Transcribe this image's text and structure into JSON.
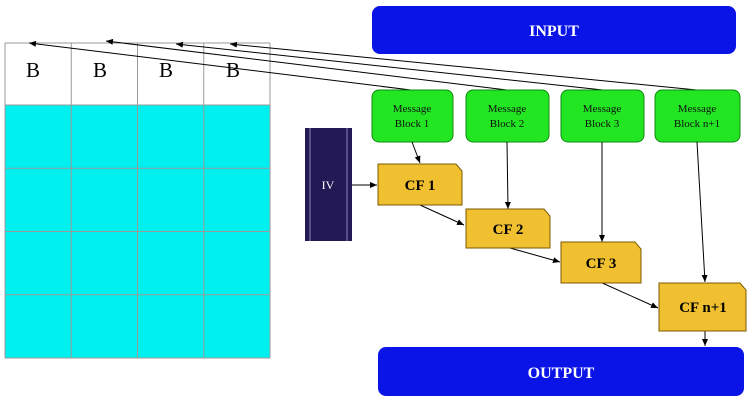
{
  "input_label": "INPUT",
  "output_label": "OUTPUT",
  "iv_label": "IV",
  "grid": {
    "header_labels": [
      "B",
      "B",
      "B",
      "B"
    ],
    "rows": 5,
    "cols": 4
  },
  "message_blocks": [
    {
      "line1": "Message",
      "line2": "Block 1"
    },
    {
      "line1": "Message",
      "line2": "Block 2"
    },
    {
      "line1": "Message",
      "line2": "Block 3"
    },
    {
      "line1": "Message",
      "line2": "Block n+1"
    }
  ],
  "cf_blocks": [
    {
      "label": "CF 1"
    },
    {
      "label": "CF 2"
    },
    {
      "label": "CF 3"
    },
    {
      "label": "CF n+1"
    }
  ],
  "colors": {
    "banner": "#0a14e6",
    "grid_fill": "#00f0f0",
    "grid_line": "#9a9a9a",
    "message_fill": "#22e622",
    "message_stroke": "#118811",
    "cf_fill": "#f0c030",
    "cf_stroke": "#7a5a00",
    "iv_fill": "#231a55",
    "arrow": "#000000"
  }
}
